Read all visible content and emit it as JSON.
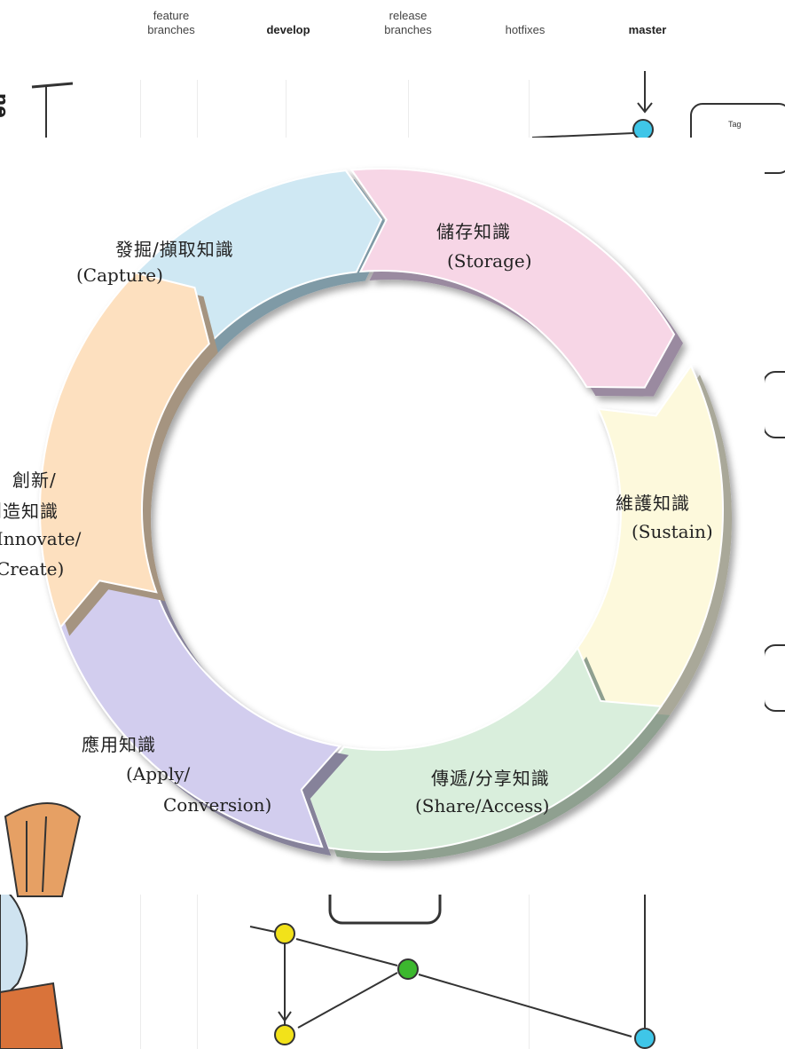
{
  "git_flow": {
    "columns": [
      {
        "id": "feature",
        "label": "feature\nbranches",
        "bold": false
      },
      {
        "id": "develop",
        "label": "develop",
        "bold": true
      },
      {
        "id": "release",
        "label": "release\nbranches",
        "bold": false
      },
      {
        "id": "hotfixes",
        "label": "hotfixes",
        "bold": false
      },
      {
        "id": "master",
        "label": "master",
        "bold": true
      }
    ],
    "tag_label": "Tag",
    "side_fragment": "ne",
    "colors": {
      "commit_yellow": "#f2e21a",
      "commit_green": "#3cb82e",
      "commit_cyan": "#3fc6e8"
    }
  },
  "knowledge_cycle": {
    "segments": [
      {
        "id": "capture",
        "title": "發掘/擷取知識",
        "subtitle": "(Capture)",
        "color": "#cfe8f3",
        "shade": "#7f9aa6"
      },
      {
        "id": "storage",
        "title": "儲存知識",
        "subtitle": "(Storage)",
        "color": "#f7d6e6",
        "shade": "#9a8aa0"
      },
      {
        "id": "sustain",
        "title": "維護知識",
        "subtitle": "(Sustain)",
        "color": "#fdf9dc",
        "shade": "#a9a899"
      },
      {
        "id": "share",
        "title": "傳遞/分享知識",
        "subtitle": "(Share/Access)",
        "color": "#d9eedc",
        "shade": "#8fa090"
      },
      {
        "id": "apply",
        "title": "應用知識",
        "subtitle_line1": "(Apply/",
        "subtitle_line2": "Conversion)",
        "color": "#d2cdee",
        "shade": "#86829a"
      },
      {
        "id": "innovate",
        "title_line1": "創新/",
        "title_line2": "創造知識",
        "subtitle_line1": "(Innovate/",
        "subtitle_line2": "Create)",
        "color": "#fde0bf",
        "shade": "#a59480"
      }
    ]
  }
}
